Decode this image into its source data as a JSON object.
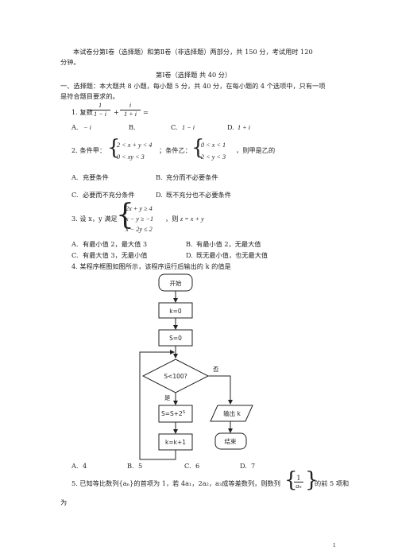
{
  "intro": {
    "line1": "本试卷分第Ⅰ卷（选择题）和第Ⅱ卷（非选择题）两部分，共 150 分，考试用时 120",
    "line2": "分钟。"
  },
  "section_title": "第Ⅰ卷（选择题 共 40 分）",
  "instruction": {
    "line1": "一、选择题：本大题共 8 小题，每小题 5 分，共 40 分，在每小题的 4 个选项中，只有一项",
    "line2": "是符合题目要求的。"
  },
  "q1": {
    "prefix": "1. 复数",
    "frac1_num": "1",
    "frac1_den": "1 − i",
    "plus": "+",
    "frac2_num": "i",
    "frac2_den": "1 + i",
    "eq": "=",
    "options": [
      {
        "letter": "A.",
        "text": "− i"
      },
      {
        "letter": "B.",
        "text": ""
      },
      {
        "letter": "C.",
        "text": "1 − i"
      },
      {
        "letter": "D.",
        "text": "1 + i"
      }
    ]
  },
  "q2": {
    "prefix": "2. 条件甲：",
    "jia": [
      "2 < x + y < 4",
      "0 < xy < 3"
    ],
    "mid": "；条件乙：",
    "yi": [
      "0 < x < 1",
      "2 < y < 3"
    ],
    "suffix": "，则甲是乙的",
    "options": [
      {
        "letter": "A.",
        "text": "充要条件"
      },
      {
        "letter": "B.",
        "text": "充分而不必要条件"
      },
      {
        "letter": "C.",
        "text": "必要而不充分条件"
      },
      {
        "letter": "D.",
        "text": "既不充分也不必要条件"
      }
    ]
  },
  "q3": {
    "prefix": "3. 设 x，y 满足",
    "system": [
      "2x + y ≥ 4",
      "x − y ≥ −1",
      "x − 2y ≤ 2"
    ],
    "suffix_pre": "，则",
    "suffix_expr": "z = x + y",
    "options": [
      {
        "letter": "A.",
        "text": "有最小值 2，最大值 3"
      },
      {
        "letter": "B.",
        "text": "有最小值 2，无最大值"
      },
      {
        "letter": "C.",
        "text": "有最大值 3，无最小值"
      },
      {
        "letter": "D.",
        "text": "既无最小值，也无最大值"
      }
    ]
  },
  "q4": {
    "stem": "4. 某程序框图如图所示，该程序运行后输出的 k 的值是",
    "flowchart": {
      "start": "开始",
      "init_k": "k=0",
      "init_s": "S=0",
      "condition": "S<100?",
      "yes": "是",
      "no": "否",
      "update_s": "S=S+2",
      "update_s_exp": "S",
      "update_k": "k=k+1",
      "output": "输出 k",
      "end": "结束"
    },
    "options": [
      {
        "letter": "A.",
        "text": "4"
      },
      {
        "letter": "B.",
        "text": "5"
      },
      {
        "letter": "C.",
        "text": "6"
      },
      {
        "letter": "D.",
        "text": "7"
      }
    ]
  },
  "q5": {
    "line1_a": "5. 已知等比数列{aₙ}的首项为 1，若 4a₁，2a₂，a₃成等差数列，则数列",
    "frac_num": "1",
    "frac_den": "aₙ",
    "line1_b": "的前 5 项和",
    "line2": "为"
  },
  "page_number": "1"
}
